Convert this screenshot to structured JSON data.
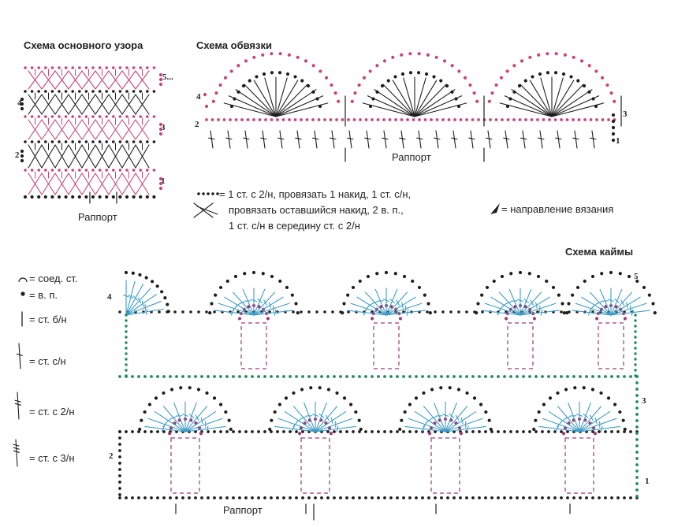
{
  "titles": {
    "main": "Схема основного узора",
    "edging": "Схема обвязки",
    "border": "Схема каймы"
  },
  "labels": {
    "rapport": "Раппорт"
  },
  "main_rows": [
    "1",
    "2",
    "3",
    "4",
    "5..."
  ],
  "edging_rows": [
    "1",
    "2",
    "3",
    "4"
  ],
  "border_rows": [
    "1",
    "2",
    "3",
    "4",
    "5"
  ],
  "cluster_note": {
    "line1": "= 1 ст. с 2/н, провязать 1 накид, 1 ст. с/н,",
    "line2": "провязать оставшийся накид, 2 в. п.,",
    "line3": "1 ст. с/н в середину ст. с 2/н"
  },
  "direction_note": "= направление вязания",
  "legend": [
    {
      "symbol": "slip-stitch-icon",
      "text": "= соед. ст."
    },
    {
      "symbol": "chain-icon",
      "text": "= в. п."
    },
    {
      "symbol": "sc-icon",
      "text": "= ст. б/н"
    },
    {
      "symbol": "dc-icon",
      "text": "= ст. с/н"
    },
    {
      "symbol": "tr-icon",
      "text": "= ст. с 2/н"
    },
    {
      "symbol": "dtr-icon",
      "text": "= ст. с 3/н"
    }
  ],
  "colors": {
    "pink": "#c8467a",
    "black": "#1e1e1e",
    "blue": "#3f9dc7",
    "green": "#1f8a5a",
    "purple": "#9b3a74"
  }
}
